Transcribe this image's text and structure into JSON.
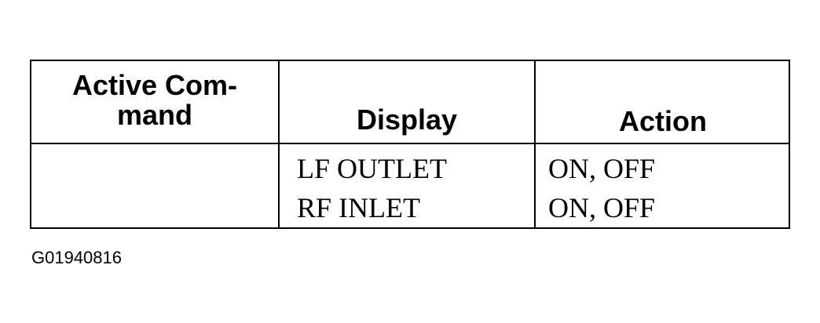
{
  "table": {
    "headers": {
      "active_command_line1": "Active Com-",
      "active_command_line2": "mand",
      "display": "Display",
      "action": "Action"
    },
    "rows": [
      {
        "active_command": "",
        "display": "LF OUTLET",
        "action": "ON, OFF"
      },
      {
        "active_command": "",
        "display": "RF INLET",
        "action": "ON, OFF"
      }
    ]
  },
  "figure_code": "G01940816"
}
